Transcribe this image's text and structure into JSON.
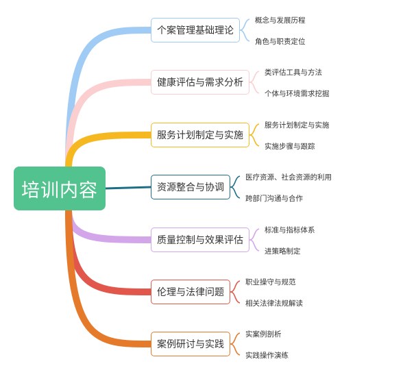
{
  "root": {
    "label": "培训内容",
    "color": "#52c28f"
  },
  "branches": [
    {
      "label": "个案管理基础理论",
      "color": "#9fcbf5",
      "leaves": [
        "概念与发展历程",
        "角色与职责定位"
      ]
    },
    {
      "label": "健康评估与需求分析",
      "color": "#fbcfd0",
      "leaves": [
        "类评估工具与方法",
        "个体与环境需求挖掘"
      ]
    },
    {
      "label": "服务计划制定与实施",
      "color": "#f5b820",
      "leaves": [
        "服务计划制定与实施",
        "实施步骤与跟踪"
      ]
    },
    {
      "label": "资源整合与协调",
      "color": "#1c6f85",
      "leaves": [
        "医疗资源、社会资源的利用",
        "跨部门沟通与合作"
      ]
    },
    {
      "label": "质量控制与效果评估",
      "color": "#d3a6ea",
      "leaves": [
        "标准与指标体系",
        "进策略制定"
      ]
    },
    {
      "label": "伦理与法律问题",
      "color": "#e2574c",
      "leaves": [
        "职业操守与规范",
        "相关法律法规解读"
      ]
    },
    {
      "label": "案例研讨与实践",
      "color": "#e57b2a",
      "leaves": [
        "实案例剖析",
        "实践操作演练"
      ]
    }
  ]
}
